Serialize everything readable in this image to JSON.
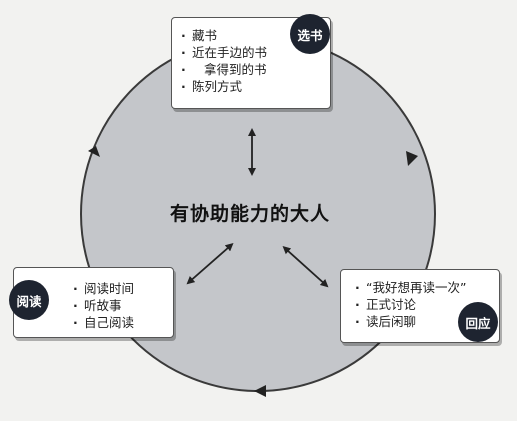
{
  "center": {
    "label": "有协助能力的大人"
  },
  "select": {
    "badge": "选书",
    "items": [
      "藏书",
      "近在手边的书",
      "拿得到的书",
      "陈列方式"
    ]
  },
  "read": {
    "badge": "阅读",
    "items": [
      "阅读时间",
      "听故事",
      "自己阅读"
    ]
  },
  "respond": {
    "badge": "回应",
    "items": [
      "“我好想再读一次”",
      "正式讨论",
      "读后闲聊"
    ]
  },
  "colors": {
    "circle_fill": "#c4c6ca",
    "circle_stroke": "#3a3a3a",
    "badge": "#1e2430",
    "box": "#ffffff"
  }
}
